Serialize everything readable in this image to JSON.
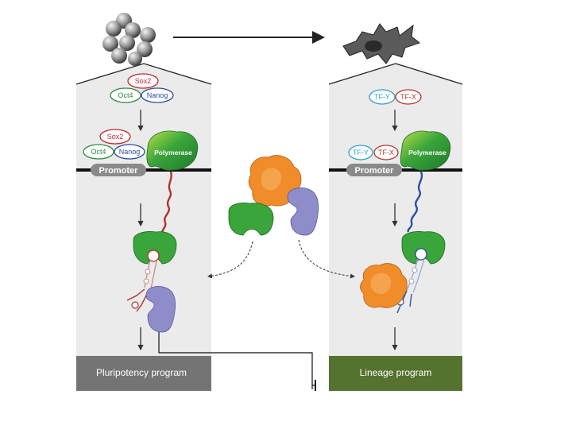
{
  "left_panel": {
    "factors_top": [
      "Sox2",
      "Oct4",
      "Nanog"
    ],
    "factors_bound": [
      "Sox2",
      "Oct4",
      "Nanog"
    ],
    "polymerase_label": "Polymerase",
    "promoter_label": "Promoter",
    "program_label": "Pluripotency program"
  },
  "right_panel": {
    "factors_top": [
      "TF-Y",
      "TF-X"
    ],
    "factors_bound": [
      "TF-Y",
      "TF-X"
    ],
    "polymerase_label": "Polymerase",
    "promoter_label": "Promoter",
    "program_label": "Lineage program"
  },
  "colors": {
    "panel_bg": "#ebebeb",
    "left_program_bg": "#747474",
    "right_program_bg": "#56722f",
    "polymerase_green": "#3aa53a",
    "rna_red": "#b0322d",
    "rna_blue": "#2c4fa0",
    "lavender": "#8e8cc9",
    "orange": "#f08c2a",
    "sox2_outline": "#c0282d",
    "oct4_outline": "#2e8b3e",
    "nanog_outline": "#2f4c9c",
    "tfy_outline": "#2aa0cc",
    "tfx_outline": "#b8352f"
  }
}
